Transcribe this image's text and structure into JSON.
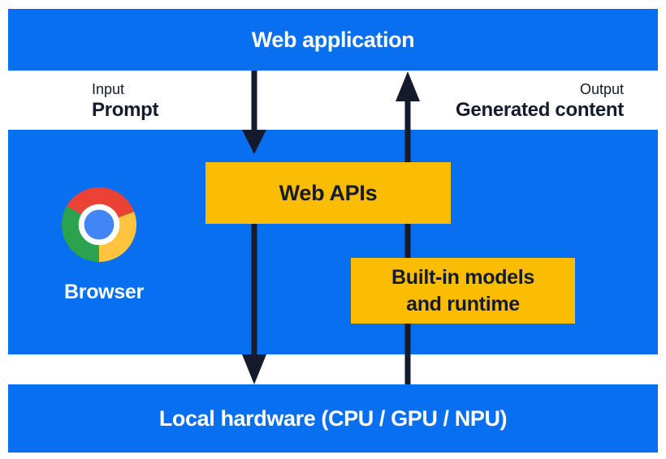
{
  "title": "Browser built-in AI architecture diagram",
  "colors": {
    "canvas_bg": "#ffffff",
    "layer_blue": "#0870f0",
    "box_yellow": "#fbbc04",
    "ink_dark": "#131b2c",
    "text_light": "#ffffff",
    "chrome_red": "#ea4335",
    "chrome_yellow": "#ffc43d",
    "chrome_green": "#2ba24c",
    "chrome_blue": "#4285f4",
    "chrome_ring": "#ffffff"
  },
  "layers": {
    "web_application": "Web application",
    "browser": "Browser",
    "local_hardware": "Local hardware (CPU / GPU / NPU)"
  },
  "flow": {
    "input": {
      "label": "Input",
      "value": "Prompt",
      "direction": "down"
    },
    "output": {
      "label": "Output",
      "value": "Generated content",
      "direction": "up"
    }
  },
  "boxes": {
    "web_apis": {
      "label": "Web APIs"
    },
    "builtin_models": {
      "line1": "Built-in models",
      "line2": "and runtime"
    }
  }
}
